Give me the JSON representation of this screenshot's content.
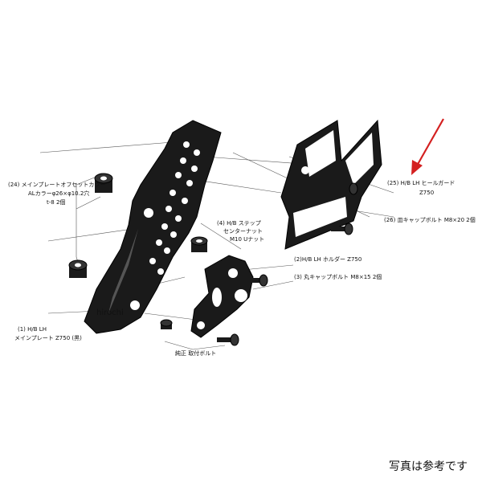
{
  "labels": {
    "p24_line1": "(24) メインプレートオフセットカラー",
    "p24_line2": "ALカラーφ26×φ10.2穴",
    "p24_line3": "t-8 2個",
    "p4_line1": "(4) H/B ステップ",
    "p4_line2": "センターナット",
    "p4_line3": "M10 Uナット",
    "p25_line1": "(25) H/B LH ヒールガード",
    "p25_line2": "Z750",
    "p26": "(26) 皿キャップボルト M8×20 2個",
    "p2": "(2)H/B LH ホルダー Z750",
    "p3": "(3) 丸キャップボルト M8×15 2個",
    "p1_line1": "(1) H/B LH",
    "p1_line2": "メインプレート Z750 (黒)",
    "oem_bolt": "純正 取付ボルト"
  },
  "watermark": "hirochi",
  "footer_note": "写真は参考です",
  "colors": {
    "arrow": "#d42020",
    "parts": "#1a1a1a",
    "hole": "#ffffff"
  }
}
